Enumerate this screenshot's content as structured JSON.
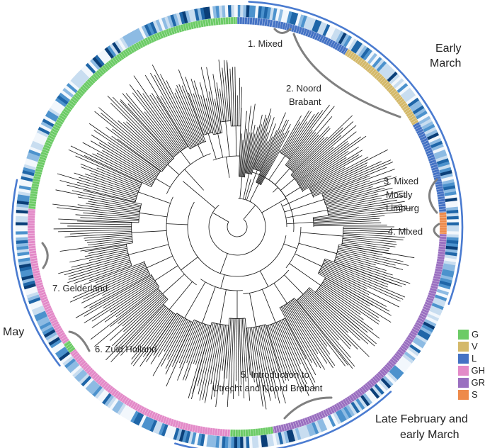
{
  "clusters": [
    {
      "text": "1. Mixed"
    },
    {
      "text": "2. Noord"
    },
    {
      "text": "Brabant"
    },
    {
      "text": "3. Mixed"
    },
    {
      "text": "Mostly"
    },
    {
      "text": "Limburg"
    },
    {
      "text": "4. Mixed"
    },
    {
      "text": "5. Introduction to"
    },
    {
      "text": "Utrecht and Noord Brabant"
    },
    {
      "text": "6. Zuid Holland"
    },
    {
      "text": "7. Gelderland"
    }
  ],
  "time_labels": {
    "early_march_1": "Early",
    "early_march_2": "March",
    "may": "May",
    "late_feb_1": "Late February and",
    "late_feb_2": "early March"
  },
  "legend": [
    {
      "label": "G",
      "color": "#6CCB66"
    },
    {
      "label": "V",
      "color": "#D4B96A"
    },
    {
      "label": "L",
      "color": "#4472C4"
    },
    {
      "label": "GH",
      "color": "#E38AC8"
    },
    {
      "label": "GR",
      "color": "#9A6FC0"
    },
    {
      "label": "S",
      "color": "#EE8A4A"
    }
  ],
  "colors": {
    "arc_blue": "#4A7BD0",
    "bracket_grey": "#808080",
    "tree_black": "#111111",
    "heat_scale": [
      "#F2F7FC",
      "#C8DDF0",
      "#8DBBE3",
      "#4C92CD",
      "#1F66A8",
      "#0B3F78"
    ]
  }
}
